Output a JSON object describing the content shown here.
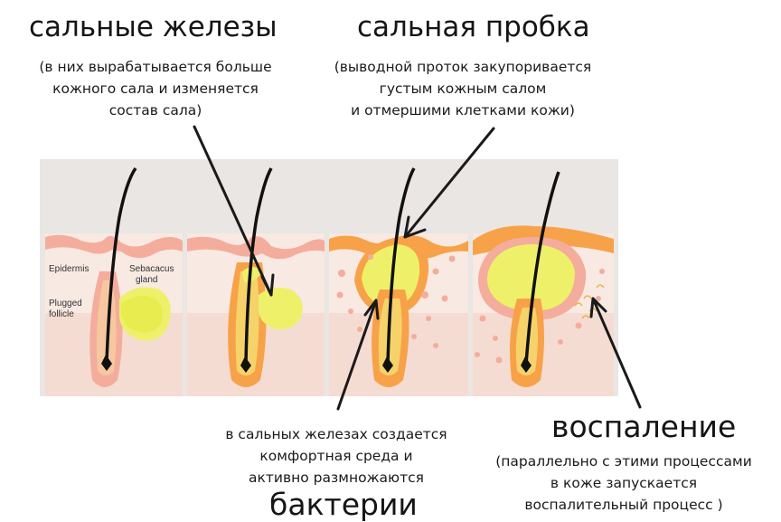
{
  "headings": {
    "sebaceous_glands": "сальные железы",
    "sebaceous_plug": "сальная пробка",
    "inflammation": "воспаление",
    "bacteria": "бактерии"
  },
  "notes": {
    "sebaceous_glands": "(в них вырабатывается больше\nкожного сала и изменяется\nсостав сала)",
    "sebaceous_plug": "(выводной проток закупоривается\nгустым кожным салом\nи отмершими клетками кожи)",
    "bacteria": "в сальных железах создается\nкомфортная среда и\nактивно размножаются",
    "inflammation": "(параллельно с этими процессами\nв коже запускается\nвоспалительный процесс )"
  },
  "diagram_labels": {
    "epidermis": "Epidermis",
    "sebacacus": "Sebacacus",
    "gland": "gland",
    "plugged": "Plugged",
    "follicle": "follicle"
  },
  "colors": {
    "epidermis": "#f4ad9c",
    "dermis": "#f5dcd2",
    "gland": "#eef06a",
    "follicle_orange": "#f7a248",
    "hair": "#111111"
  }
}
